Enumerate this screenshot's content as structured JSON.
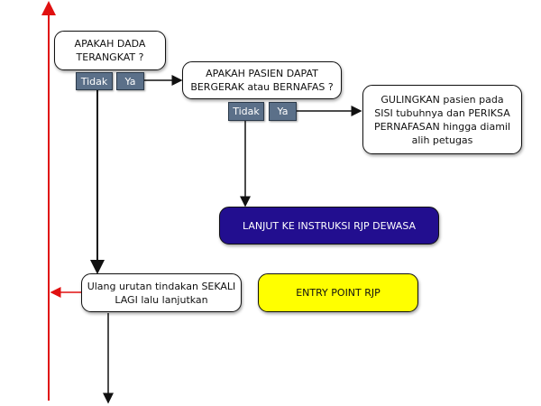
{
  "nodes": {
    "q1": "APAKAH DADA TERANGKAT ?",
    "q2": "APAKAH PASIEN DAPAT BERGERAK atau BERNAFAS ?",
    "roll": "GULINGKAN pasien pada SISI tubuhnya dan PERIKSA PERNAFASAN hingga diamil alih petugas",
    "adult": "LANJUT KE INSTRUKSI RJP DEWASA",
    "repeat": "Ulang urutan tindakan SEKALI LAGI lalu lanjutkan",
    "entry": "ENTRY POINT RJP"
  },
  "answers": {
    "no": "Tidak",
    "yes": "Ya"
  },
  "colors": {
    "loop_arrow": "#e01010",
    "adult_box": "#220e8f",
    "entry_box": "#ffff00",
    "answer_tag": "#5b7089"
  }
}
